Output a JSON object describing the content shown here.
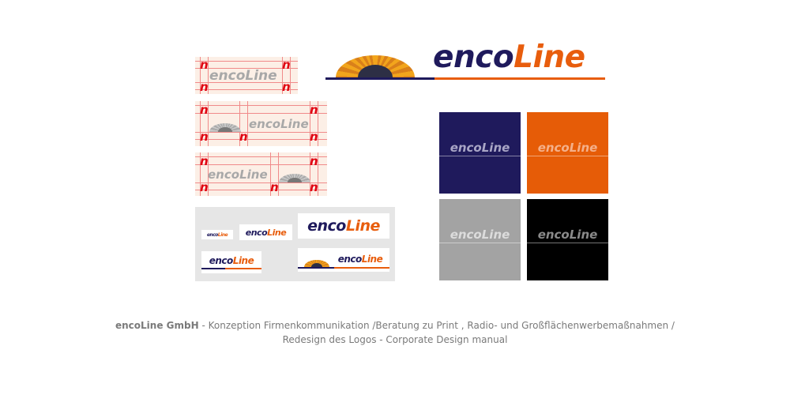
{
  "logo": {
    "part1": "enco",
    "part2": "Line"
  },
  "colors": {
    "navy": "#1f1a5c",
    "orange": "#e85d0d",
    "grey": "#a3a3a3",
    "black": "#000000"
  },
  "grid_marker": "n",
  "swatches": [
    {
      "name": "navy",
      "bg": "#1f1a5c",
      "text_color": "#a9a6c6"
    },
    {
      "name": "orange",
      "bg": "#e65c07",
      "text_color": "#f4b08a"
    },
    {
      "name": "grey",
      "bg": "#a3a3a3",
      "text_color": "#dcdcdc"
    },
    {
      "name": "black",
      "bg": "#000000",
      "text_color": "#8a8a8a"
    }
  ],
  "footer": {
    "company": "encoLine GmbH",
    "line1": " - Konzeption Firmenkommunikation /Beratung zu Print , Radio- und Großflächenwerbemaßnahmen /",
    "line2": "Redesign des Logos - Corporate Design manual"
  }
}
